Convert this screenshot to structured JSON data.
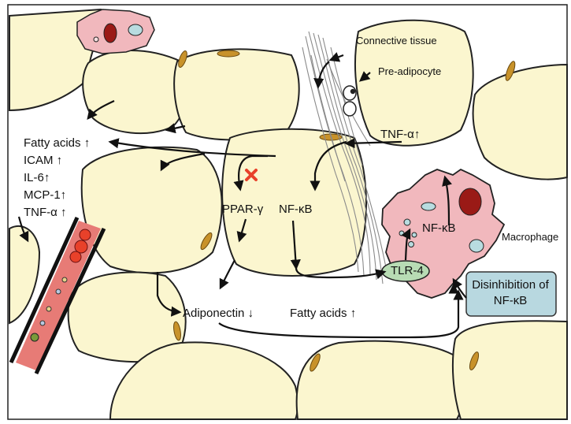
{
  "labels": {
    "connective_tissue": "Connective tissue",
    "pre_adipocyte": "Pre-adipocyte",
    "tnf_alpha_up": "TNF-α↑",
    "fatty_acids_up": "Fatty acids ↑",
    "icam": "ICAM ↑",
    "il6": "IL-6↑",
    "mcp1": "MCP-1↑",
    "tnf_alpha_left": "TNF-α ↑",
    "ppar_gamma": "PPAR-γ",
    "nfkb_center": "NF-κB",
    "nfkb_macrophage": "NF-κB",
    "macrophage": "Macrophage",
    "tlr4": "TLR-4",
    "disinhibition": "Disinhibition of NF-κB",
    "adiponectin": "Adiponectin ↓",
    "fatty_acids_bottom": "Fatty acids ↑"
  },
  "colors": {
    "adipocyte_fill": "#fbf6cf",
    "nucleus": "#c8922a",
    "macrophage_fill": "#f1b8bd",
    "vessel": "#e77b76",
    "inhibition_mark": "#e8412a",
    "tlr4_fill": "#b8dcb4",
    "box_fill": "#b8d8e0"
  }
}
